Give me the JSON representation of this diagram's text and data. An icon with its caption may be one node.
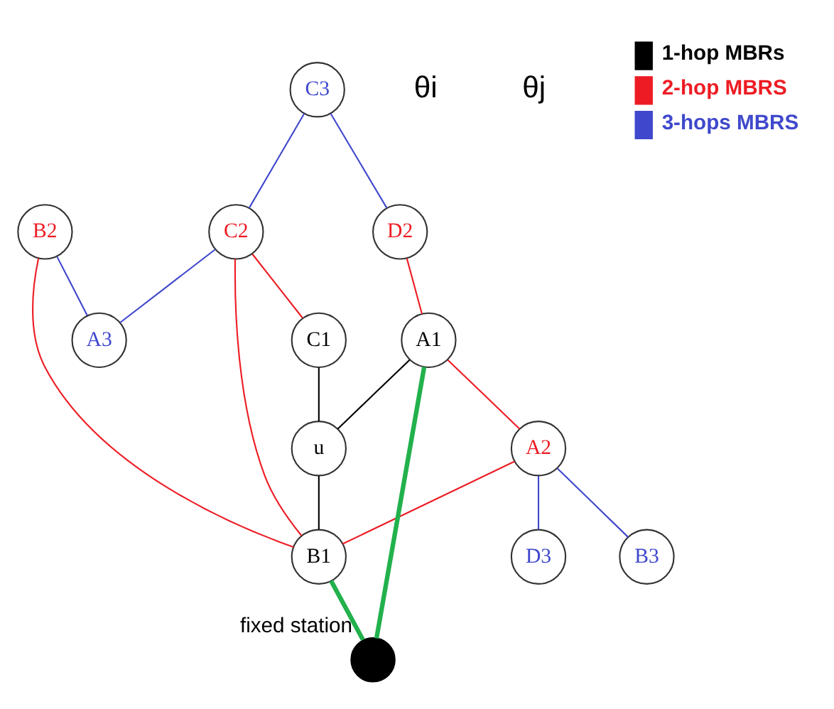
{
  "diagram": {
    "nodes": [
      {
        "text": [
          "C3"
        ]
      },
      {
        "text": [
          "C2"
        ]
      },
      {
        "text": [
          "C1"
        ]
      },
      {
        "text": [
          "D2"
        ]
      },
      {
        "text": [
          "A1"
        ]
      },
      {
        "text": [
          "u"
        ]
      },
      {
        "text": [
          "B2"
        ]
      },
      {
        "text": [
          "A3"
        ]
      },
      {
        "text": [
          "A2"
        ]
      },
      {
        "text": [
          "B1"
        ]
      },
      {
        "text": [
          "D3"
        ]
      },
      {
        "text": [
          "B3"
        ]
      },
      {
        "text": [],
        "shape": "circle",
        "beside": [
          "fixed station"
        ]
      }
    ],
    "edges": [
      {
        "from": 0,
        "to": 1,
        "arrow": "none",
        "color": "#3f48cc"
      },
      {
        "from": 1,
        "to": 2,
        "arrow": "none",
        "color": "#ed1c24"
      },
      {
        "from": 0,
        "to": 3,
        "arrow": "none",
        "color": "#3f48cc"
      },
      {
        "from": 1,
        "to": 7,
        "arrow": "none",
        "color": "#3f48cc"
      },
      {
        "from": 2,
        "to": 5,
        "arrow": "none",
        "color": "#000000"
      },
      {
        "from": 3,
        "to": 4,
        "arrow": "none",
        "color": "#ed1c24"
      },
      {
        "from": 1,
        "to": 9,
        "arrow": "none",
        "color": "#ed1c24"
      },
      {
        "from": 4,
        "to": 5,
        "arrow": "none",
        "color": "#000000"
      },
      {
        "from": 5,
        "to": 9,
        "arrow": "none",
        "color": "#000000"
      },
      {
        "from": 6,
        "to": 7,
        "arrow": "none",
        "color": "#3f48cc"
      },
      {
        "from": 6,
        "to": 9,
        "arrow": "none",
        "color": "#ed1c24"
      },
      {
        "from": 4,
        "to": 8,
        "arrow": "none",
        "color": "#ed1c24"
      },
      {
        "from": 8,
        "to": 9,
        "arrow": "none",
        "color": "#ed1c24"
      },
      {
        "from": 8,
        "to": 10,
        "arrow": "none",
        "color": "#3f48cc"
      },
      {
        "from": 8,
        "to": 11,
        "arrow": "none",
        "color": "#3f48cc"
      },
      {
        "from": 12,
        "to": 4,
        "arrow": "none",
        "style": "thick",
        "color": "#22b14c"
      },
      {
        "from": 12,
        "to": 9,
        "arrow": "none",
        "style": "thick",
        "color": "#22b14c"
      }
    ],
    "labels": [
      "θi",
      "θj"
    ],
    "legend": [
      {
        "text": "1-hop MBRs",
        "color": "#000000"
      },
      {
        "text": "2-hop MBRS",
        "color": "#ed1c24"
      },
      {
        "text": "3-hops MBRS",
        "color": "#3f48cc"
      }
    ]
  }
}
